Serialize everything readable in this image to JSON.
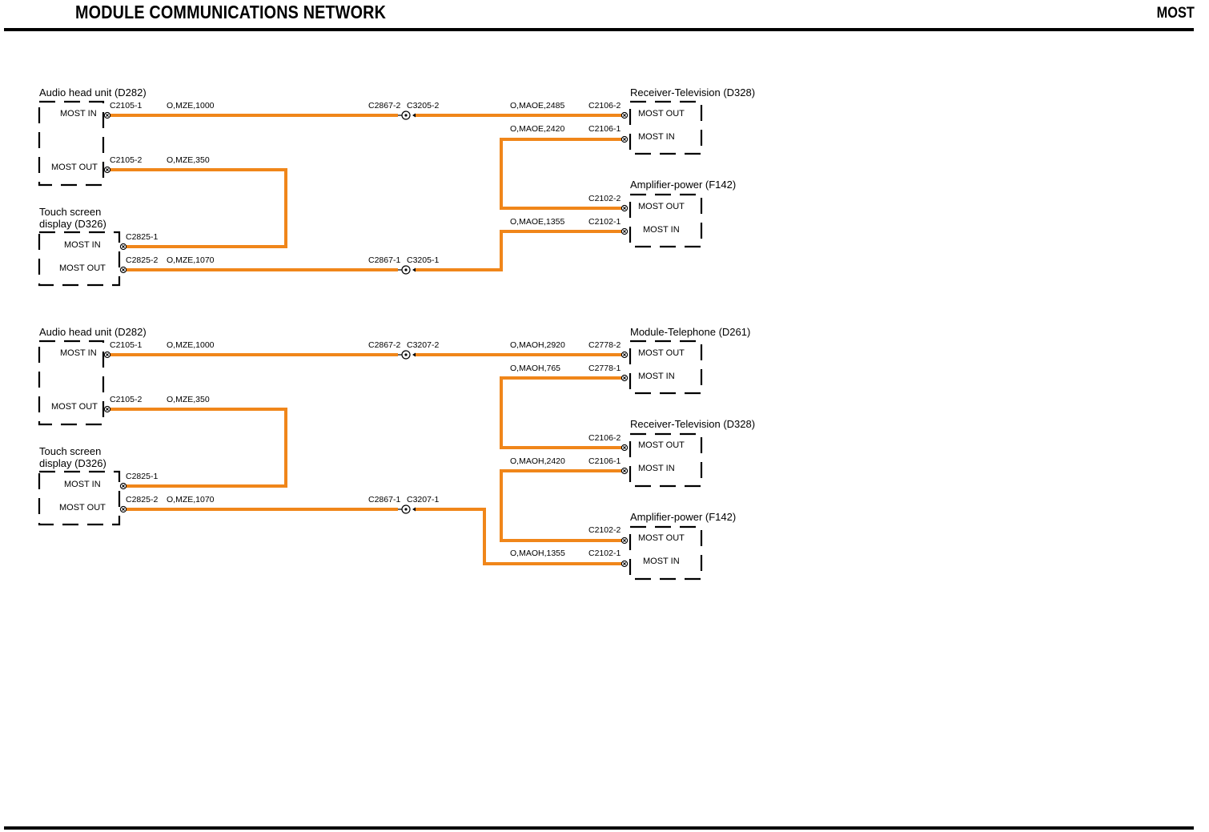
{
  "header": {
    "title": "MODULE COMMUNICATIONS NETWORK",
    "system": "MOST"
  },
  "colors": {
    "wire": "#F0861A",
    "ink": "#000000"
  },
  "diagrams": [
    {
      "modules": {
        "audio": "Audio head unit (D282)",
        "touch1": "Touch screen",
        "touch2": "display (D326)",
        "rtv": "Receiver-Television (D328)",
        "amp": "Amplifier-power (F142)"
      },
      "pins": {
        "audio_in": "MOST IN",
        "audio_out": "MOST OUT",
        "touch_in": "MOST IN",
        "touch_out": "MOST OUT",
        "rtv_out": "MOST OUT",
        "rtv_in": "MOST IN",
        "amp_out": "MOST OUT",
        "amp_in": "MOST IN"
      },
      "labels": {
        "c2105_1": "C2105-1",
        "w1": "O,MZE,1000",
        "c2867_2": "C2867-2",
        "c3205_2": "C3205-2",
        "w2": "O,MAOE,2485",
        "c2106_2": "C2106-2",
        "w3": "O,MAOE,2420",
        "c2106_1": "C2106-1",
        "c2105_2": "C2105-2",
        "w4": "O,MZE,350",
        "c2102_2": "C2102-2",
        "w5": "O,MAOE,1355",
        "c2102_1": "C2102-1",
        "c2825_1": "C2825-1",
        "c2825_2": "C2825-2",
        "w6": "O,MZE,1070",
        "c2867_1": "C2867-1",
        "c3205_1": "C3205-1"
      }
    },
    {
      "modules": {
        "audio": "Audio head unit (D282)",
        "touch1": "Touch screen",
        "touch2": "display (D326)",
        "tel": "Module-Telephone (D261)",
        "rtv": "Receiver-Television (D328)",
        "amp": "Amplifier-power (F142)"
      },
      "pins": {
        "audio_in": "MOST IN",
        "audio_out": "MOST OUT",
        "touch_in": "MOST IN",
        "touch_out": "MOST OUT",
        "tel_out": "MOST OUT",
        "tel_in": "MOST IN",
        "rtv_out": "MOST OUT",
        "rtv_in": "MOST IN",
        "amp_out": "MOST OUT",
        "amp_in": "MOST IN"
      },
      "labels": {
        "c2105_1": "C2105-1",
        "w1": "O,MZE,1000",
        "c2867_2": "C2867-2",
        "c3207_2": "C3207-2",
        "w2": "O,MAOH,2920",
        "c2778_2": "C2778-2",
        "w3": "O,MAOH,765",
        "c2778_1": "C2778-1",
        "c2105_2": "C2105-2",
        "w4": "O,MZE,350",
        "c2106_2": "C2106-2",
        "w5": "O,MAOH,2420",
        "c2106_1": "C2106-1",
        "c2825_1": "C2825-1",
        "c2825_2": "C2825-2",
        "w6": "O,MZE,1070",
        "c2867_1": "C2867-1",
        "c3207_1": "C3207-1",
        "c2102_2": "C2102-2",
        "w7": "O,MAOH,1355",
        "c2102_1": "C2102-1"
      }
    }
  ]
}
